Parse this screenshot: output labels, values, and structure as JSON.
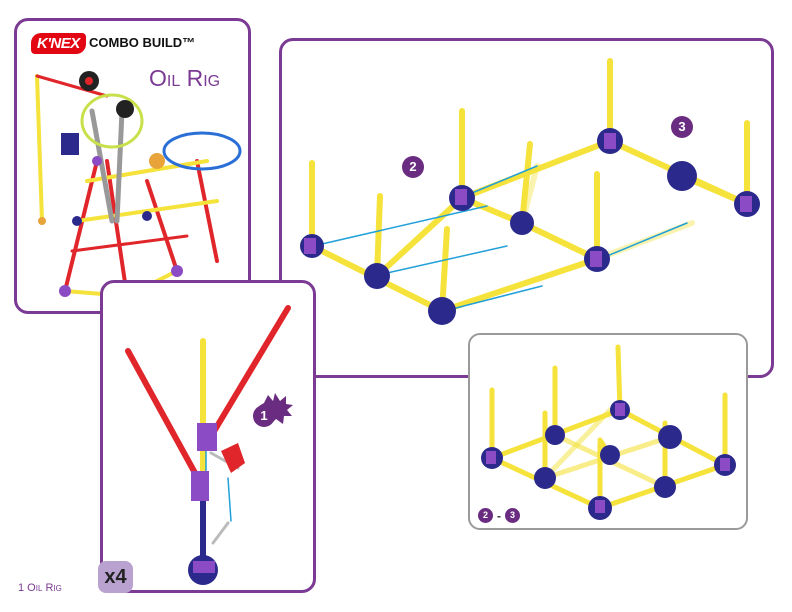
{
  "cover": {
    "brand": "K'NEX",
    "series": "COMBO BUILD™",
    "model_title": "Oil Rig"
  },
  "steps": {
    "step1_badge": "1",
    "step2_badge": "2",
    "step3_badge": "3",
    "multiplier": "x4",
    "range_from": "2",
    "range_sep": "-",
    "range_to": "3"
  },
  "footer": {
    "page_label": "1 Oil Rig"
  },
  "colors": {
    "accent": "#7b3a93",
    "rod_yellow": "#f5e23a",
    "rod_red": "#e0262b",
    "connector_blue": "#2b2a8c",
    "connector_purple": "#8a4bc4",
    "arrow": "#22a0d8"
  }
}
